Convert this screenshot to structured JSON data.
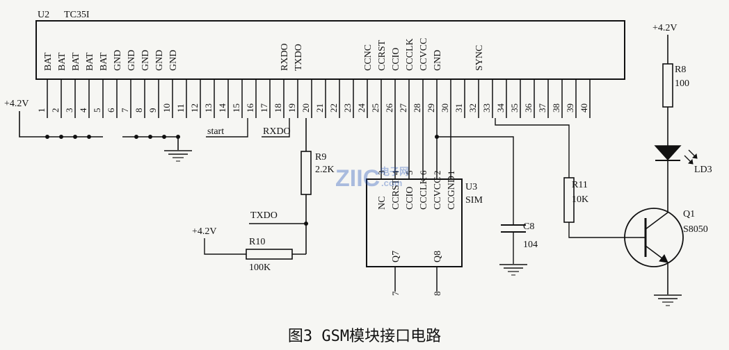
{
  "caption": "图3 GSM模块接口电路",
  "u2": {
    "ref": "U2",
    "part": "TC35I",
    "pin_labels": [
      {
        "pin": 1,
        "name": "BAT"
      },
      {
        "pin": 2,
        "name": "BAT"
      },
      {
        "pin": 3,
        "name": "BAT"
      },
      {
        "pin": 4,
        "name": "BAT"
      },
      {
        "pin": 5,
        "name": "BAT"
      },
      {
        "pin": 6,
        "name": "GND"
      },
      {
        "pin": 7,
        "name": "GND"
      },
      {
        "pin": 8,
        "name": "GND"
      },
      {
        "pin": 9,
        "name": "GND"
      },
      {
        "pin": 10,
        "name": "GND"
      },
      {
        "pin": 18,
        "name": "RXDO"
      },
      {
        "pin": 19,
        "name": "TXDO"
      },
      {
        "pin": 24,
        "name": "CCNC"
      },
      {
        "pin": 25,
        "name": "CCRST"
      },
      {
        "pin": 26,
        "name": "CCIO"
      },
      {
        "pin": 27,
        "name": "CCCLK"
      },
      {
        "pin": 28,
        "name": "CCVCC"
      },
      {
        "pin": 29,
        "name": "GND"
      },
      {
        "pin": 32,
        "name": "SYNC"
      }
    ],
    "pin_numbers": [
      "1",
      "2",
      "3",
      "4",
      "5",
      "6",
      "7",
      "8",
      "9",
      "10",
      "11",
      "12",
      "13",
      "14",
      "15",
      "16",
      "17",
      "18",
      "19",
      "20",
      "21",
      "22",
      "23",
      "24",
      "25",
      "26",
      "27",
      "28",
      "29",
      "30",
      "31",
      "32",
      "33",
      "34",
      "35",
      "36",
      "37",
      "38",
      "39",
      "40"
    ]
  },
  "u3": {
    "ref": "U3",
    "part": "SIM",
    "pins": [
      {
        "num": "3",
        "name": "NC"
      },
      {
        "num": "4",
        "name": "CCRST"
      },
      {
        "num": "5",
        "name": "CCIO"
      },
      {
        "num": "6",
        "name": "CCCLK"
      },
      {
        "num": "2",
        "name": "CCVCC"
      },
      {
        "num": "1",
        "name": "CCGND"
      }
    ],
    "bottom_pins": [
      {
        "num": "7",
        "name": "Q7"
      },
      {
        "num": "8",
        "name": "Q8"
      }
    ]
  },
  "nets": {
    "vcc_left": "+4.2V",
    "vcc_r10": "+4.2V",
    "vcc_r8": "+4.2V",
    "start": "start",
    "rxdo": "RXDO",
    "txdo": "TXDO"
  },
  "parts": {
    "r8": {
      "ref": "R8",
      "value": "100"
    },
    "r9": {
      "ref": "R9",
      "value": "2.2K"
    },
    "r10": {
      "ref": "R10",
      "value": "100K"
    },
    "r11": {
      "ref": "R11",
      "value": "10K"
    },
    "c8": {
      "ref": "C8",
      "value": "104"
    },
    "ld3": {
      "ref": "LD3"
    },
    "q1": {
      "ref": "Q1",
      "value": "S8050"
    }
  },
  "watermark": {
    "brand": "ZIIC",
    "sub_top": "电子网",
    "sub_bottom": ".com"
  }
}
